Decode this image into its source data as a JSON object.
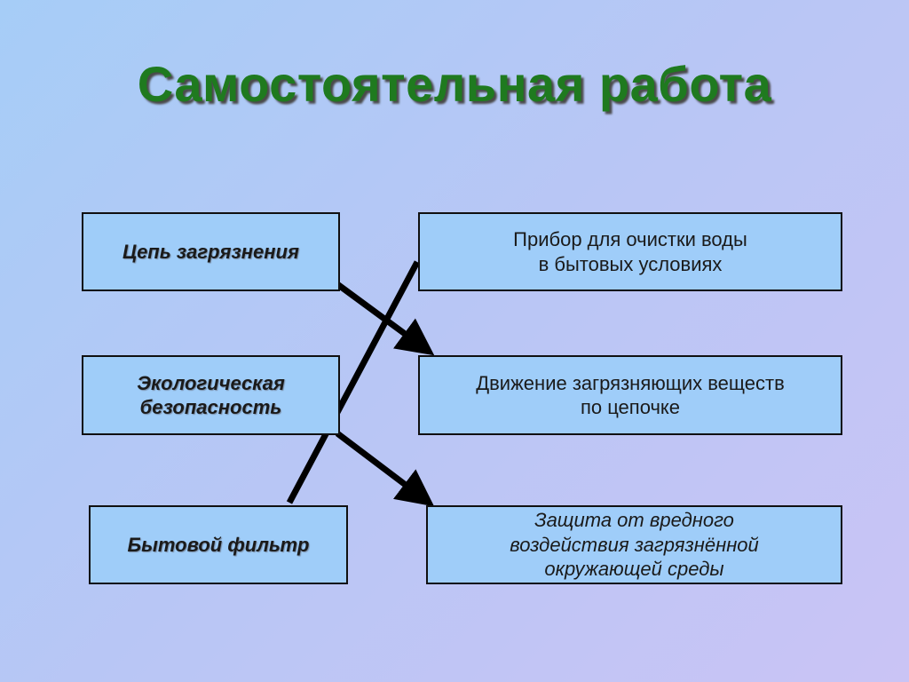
{
  "title": "Самостоятельная работа",
  "terms": [
    {
      "label": "Цепь загрязнения"
    },
    {
      "label": "Экологическая\nбезопасность"
    },
    {
      "label": "Бытовой фильтр"
    }
  ],
  "definitions": [
    {
      "label": "Прибор для очистки воды\nв бытовых условиях"
    },
    {
      "label": "Движение загрязняющих веществ\nпо цепочке"
    },
    {
      "label": "Защита от вредного\nвоздействия загрязнённой\nокружающей среды"
    }
  ],
  "colors": {
    "title": "#1f7a1f",
    "box_fill": "#9fcdf9",
    "box_border": "#101010",
    "connector": "#000000"
  }
}
